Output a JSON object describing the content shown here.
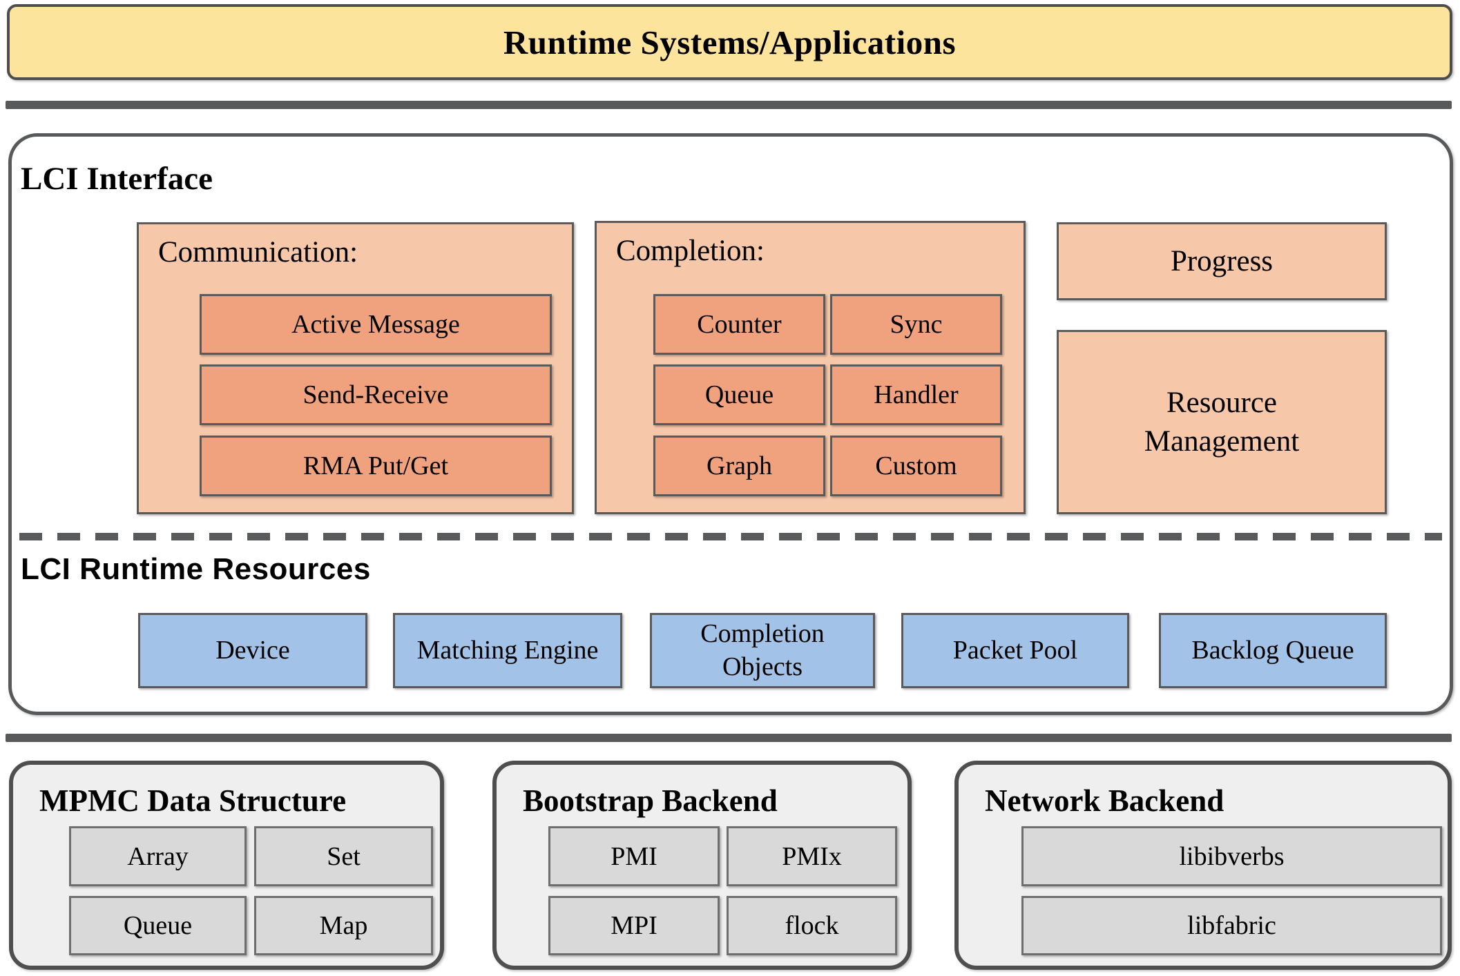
{
  "banner": {
    "title": "Runtime Systems/Applications"
  },
  "lci": {
    "title": "LCI Interface",
    "communication": {
      "title": "Communication:",
      "items": [
        "Active Message",
        "Send-Receive",
        "RMA Put/Get"
      ]
    },
    "completion": {
      "title": "Completion:",
      "items": [
        "Counter",
        "Sync",
        "Queue",
        "Handler",
        "Graph",
        "Custom"
      ]
    },
    "progress": {
      "label": "Progress"
    },
    "resource_management": {
      "label": "Resource Management"
    },
    "runtime_resources": {
      "title": "LCI Runtime Resources",
      "items": [
        "Device",
        "Matching Engine",
        "Completion Objects",
        "Packet Pool",
        "Backlog Queue"
      ]
    }
  },
  "bottom": {
    "mpmc": {
      "title": "MPMC Data Structure",
      "items": [
        "Array",
        "Set",
        "Queue",
        "Map"
      ]
    },
    "bootstrap": {
      "title": "Bootstrap Backend",
      "items": [
        "PMI",
        "PMIx",
        "MPI",
        "flock"
      ]
    },
    "network": {
      "title": "Network Backend",
      "items": [
        "libibverbs",
        "libfabric"
      ]
    }
  },
  "colors": {
    "banner_fill": "#FDE49C",
    "peach_light": "#F7C7A9",
    "peach_dark": "#F0A27E",
    "blue": "#A2C2E8",
    "gray_section": "#EFEFEF",
    "gray_item": "#D9D9D9",
    "border_dark": "#58595B"
  }
}
